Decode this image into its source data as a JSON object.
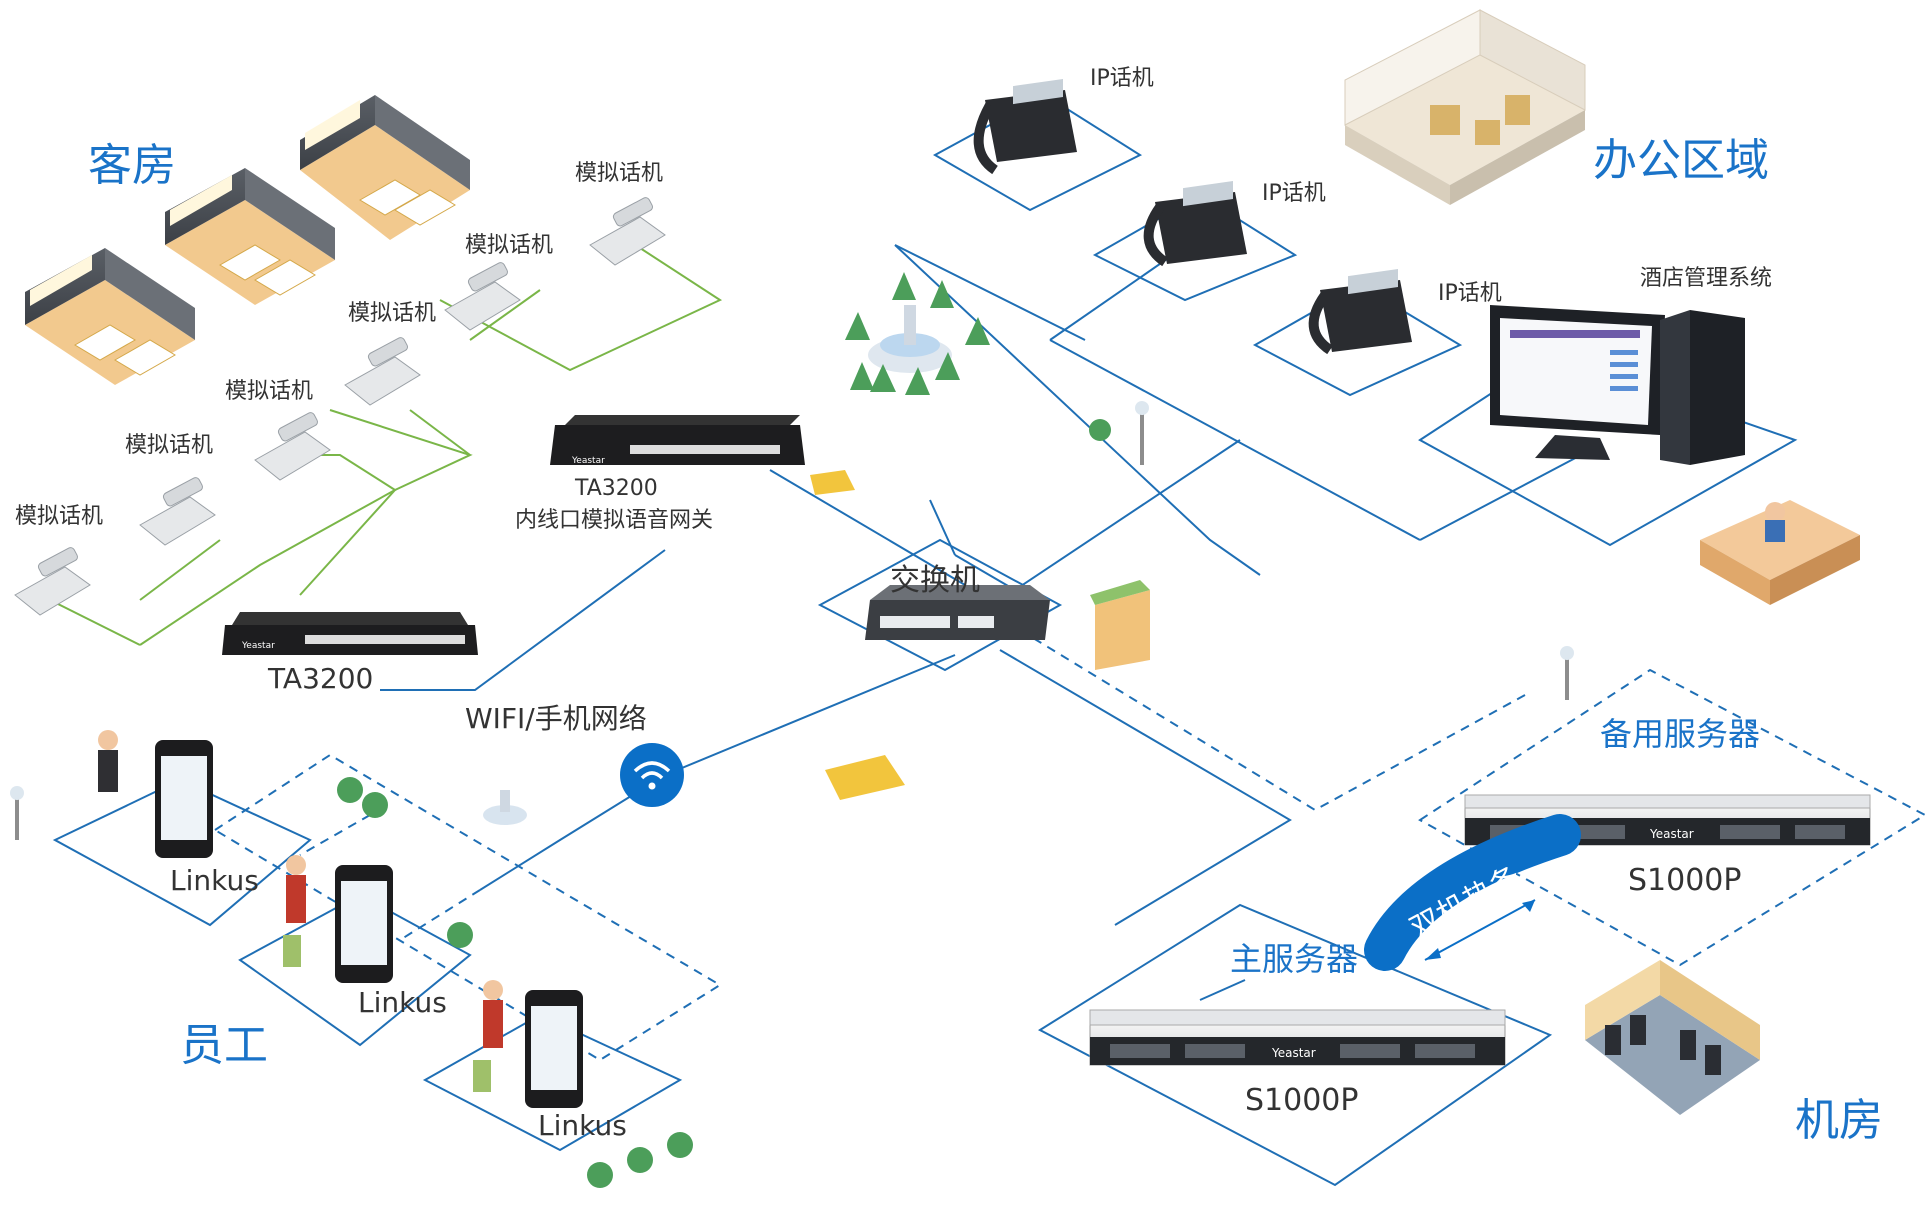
{
  "areas": {
    "guest_rooms": "客房",
    "office": "办公区域",
    "staff": "员工",
    "server_room": "机房"
  },
  "devices": {
    "analog_phone": "模拟话机",
    "ip_phone": "IP话机",
    "hotel_system": "酒店管理系统",
    "gateway_model": "TA3200",
    "gateway_desc": "内线口模拟语音网关",
    "gateway_model_2": "TA3200",
    "switch": "交换机",
    "wifi": "WIFI/手机网络",
    "linkus": "Linkus",
    "primary_server": "主服务器",
    "backup_server": "备用服务器",
    "server_model": "S1000P",
    "hot_standby": "双机热备",
    "brand": "Yeastar"
  },
  "colors": {
    "accent": "#1a73c8",
    "line": "#1f6fb5",
    "analog_line": "#7ab648"
  }
}
